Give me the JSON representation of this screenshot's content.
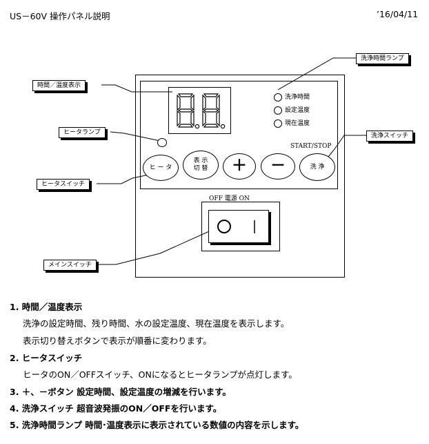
{
  "header": {
    "title": "US－60V  操作パネル説明",
    "date": "’16/04/11"
  },
  "callouts": {
    "wash_lamp": "洗浄時間ランプ",
    "time_temp": "時間／温度表示",
    "heater_lamp": "ヒータランプ",
    "wash_switch": "洗浄スイッチ",
    "heater_switch": "ヒータスイッチ",
    "main_switch": "メインスイッチ"
  },
  "panel": {
    "display": "8.8.",
    "lamps": [
      "洗浄時間",
      "設定温度",
      "現在温度"
    ],
    "start_stop": "START/STOP",
    "buttons": {
      "heater": "ヒ ー タ",
      "display_switch_line1": "表  示",
      "display_switch_line2": "切  替",
      "plus": "＋",
      "minus": "－",
      "wash": "洗  浄"
    },
    "power_label": "OFF  電源  ON"
  },
  "descriptions": [
    "1. 時間／温度表示",
    "洗浄の設定時間、残り時間、水の設定温度、現在温度を表示します。",
    "表示切り替えボタンで表示が順番に変わります。",
    "2. ヒータスイッチ",
    "ヒータのON／OFFスイッチ、ONになるとヒータランプが点灯します。",
    "3. ＋、－ボタン  設定時間、設定温度の増減を行います。",
    "4. 洗浄スイッチ  超音波発振のON／OFFを行います。",
    "5. 洗浄時間ランプ  時間･温度表示に表示されている数値の内容を示します。"
  ]
}
